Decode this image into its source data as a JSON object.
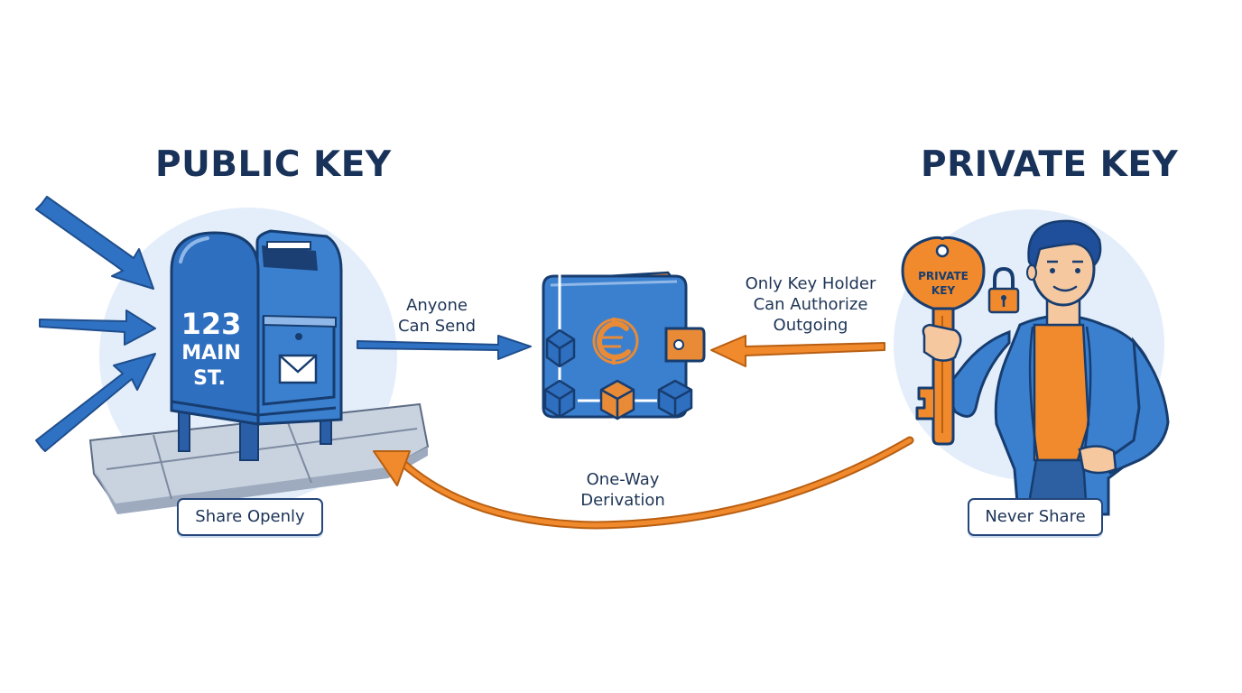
{
  "public": {
    "title": "PUBLIC KEY",
    "mailbox_line1": "123",
    "mailbox_line2": "MAIN",
    "mailbox_line3": "ST.",
    "badge": "Share Openly"
  },
  "private": {
    "title": "PRIVATE KEY",
    "key_line1": "PRIVATE",
    "key_line2": "KEY",
    "badge": "Never Share"
  },
  "flows": {
    "anyone_can_send": [
      "Anyone",
      "Can Send"
    ],
    "only_key_holder": [
      "Only Key Holder",
      "Can Authorize",
      "Outgoing"
    ],
    "one_way": [
      "One-Way",
      "Derivation"
    ]
  },
  "icons": {
    "mailbox": "mailbox-icon",
    "wallet": "crypto-wallet-icon",
    "key": "key-icon",
    "lock": "padlock-icon",
    "person": "person-icon",
    "envelope": "envelope-icon"
  },
  "colors": {
    "blue": "#2f72c4",
    "dark_navy": "#183259",
    "orange": "#f08a2c",
    "light_blue_bg": "#e3eefa"
  }
}
